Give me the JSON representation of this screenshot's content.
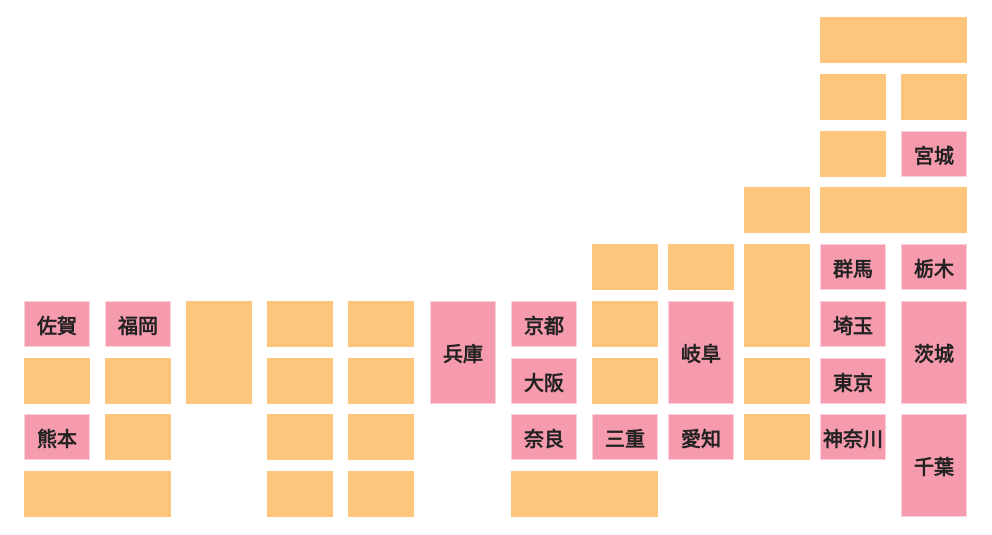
{
  "colors": {
    "highlighted": "#F59BAD",
    "default": "#FEC57C"
  },
  "prefectures": {
    "miyagi": "宮城",
    "gunma": "群馬",
    "tochigi": "栃木",
    "saga": "佐賀",
    "fukuoka": "福岡",
    "hyogo": "兵庫",
    "kyoto": "京都",
    "gifu": "岐阜",
    "saitama": "埼玉",
    "ibaraki": "茨城",
    "osaka": "大阪",
    "tokyo": "東京",
    "kumamoto": "熊本",
    "nara": "奈良",
    "mie": "三重",
    "aichi": "愛知",
    "kanagawa": "神奈川",
    "chiba": "千葉"
  }
}
